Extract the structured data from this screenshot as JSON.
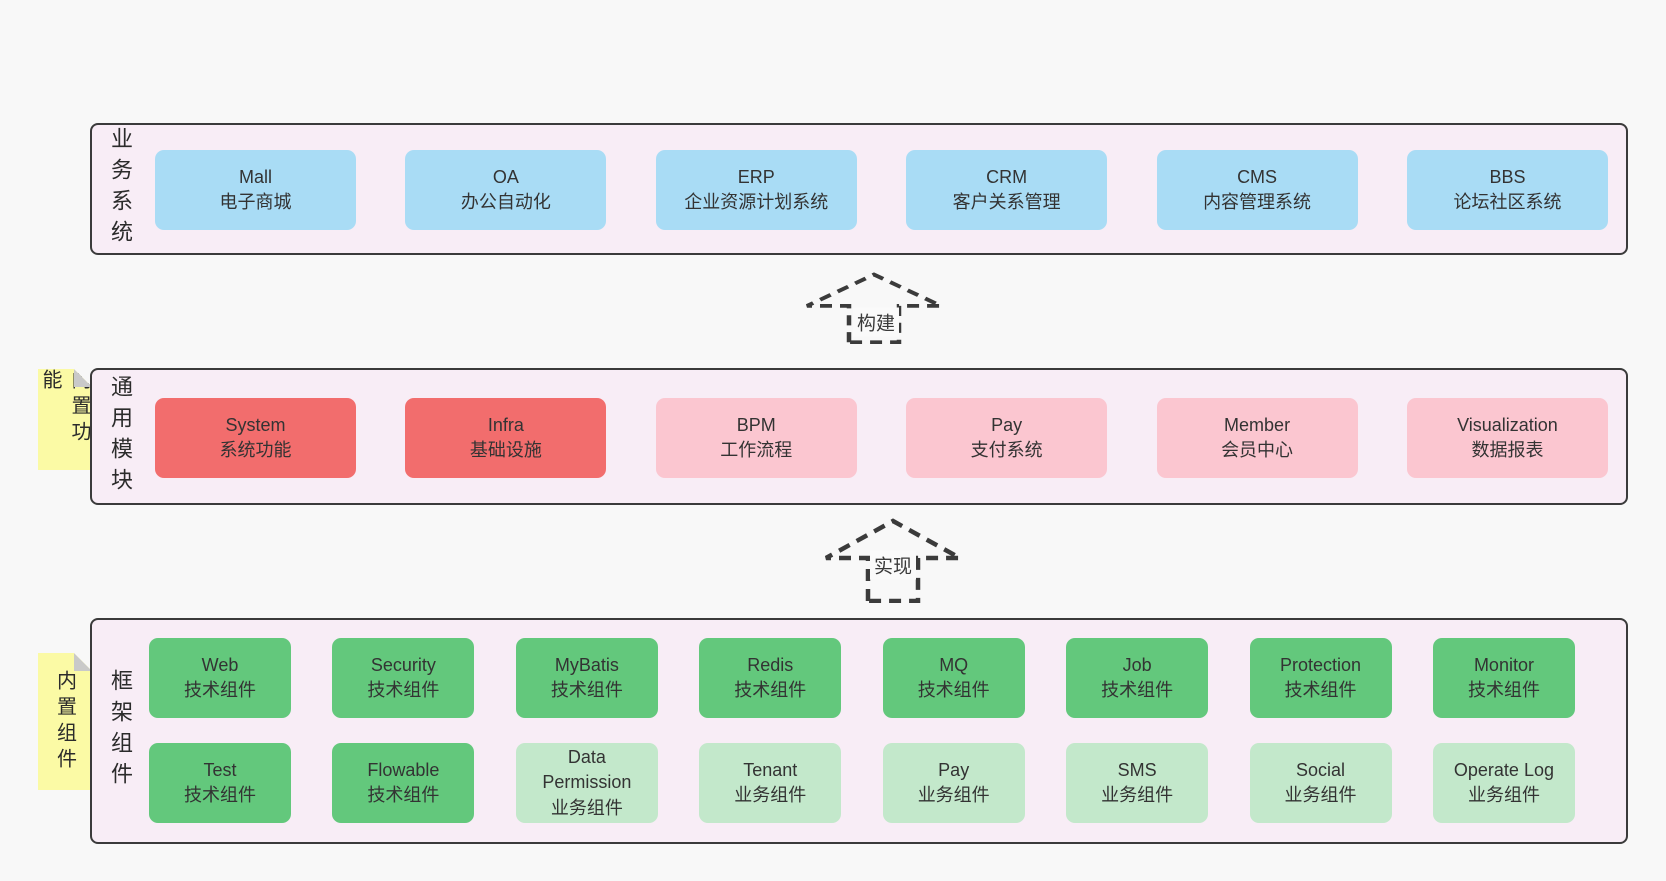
{
  "colors": {
    "page_bg": "#f8f8f8",
    "layer_bg": "#f8edf6",
    "layer_border": "#3b3b3b",
    "blue_box": "#a9dcf5",
    "red_box": "#f26d6d",
    "pink_box": "#fbc6d0",
    "green_box": "#63c87c",
    "light_green_box": "#c3e8cb",
    "note_yellow": "#fbfaa5",
    "note_fold_gray": "#c9c9c9",
    "text": "#333333"
  },
  "arrows": [
    {
      "label": "构建",
      "direction": "up"
    },
    {
      "label": "实现",
      "direction": "up"
    }
  ],
  "layers": [
    {
      "label": "业务系统",
      "note": null,
      "rows": [
        [
          {
            "title": "Mall",
            "subtitle": "电子商城",
            "variant": "blue"
          },
          {
            "title": "OA",
            "subtitle": "办公自动化",
            "variant": "blue"
          },
          {
            "title": "ERP",
            "subtitle": "企业资源计划系统",
            "variant": "blue"
          },
          {
            "title": "CRM",
            "subtitle": "客户关系管理",
            "variant": "blue"
          },
          {
            "title": "CMS",
            "subtitle": "内容管理系统",
            "variant": "blue"
          },
          {
            "title": "BBS",
            "subtitle": "论坛社区系统",
            "variant": "blue"
          }
        ]
      ]
    },
    {
      "label": "通用模块",
      "note": "内置功能",
      "rows": [
        [
          {
            "title": "System",
            "subtitle": "系统功能",
            "variant": "red"
          },
          {
            "title": "Infra",
            "subtitle": "基础设施",
            "variant": "red"
          },
          {
            "title": "BPM",
            "subtitle": "工作流程",
            "variant": "pink"
          },
          {
            "title": "Pay",
            "subtitle": "支付系统",
            "variant": "pink"
          },
          {
            "title": "Member",
            "subtitle": "会员中心",
            "variant": "pink"
          },
          {
            "title": "Visualization",
            "subtitle": "数据报表",
            "variant": "pink"
          }
        ]
      ]
    },
    {
      "label": "框架组件",
      "note": "内置组件",
      "rows": [
        [
          {
            "title": "Web",
            "subtitle": "技术组件",
            "variant": "green"
          },
          {
            "title": "Security",
            "subtitle": "技术组件",
            "variant": "green"
          },
          {
            "title": "MyBatis",
            "subtitle": "技术组件",
            "variant": "green"
          },
          {
            "title": "Redis",
            "subtitle": "技术组件",
            "variant": "green"
          },
          {
            "title": "MQ",
            "subtitle": "技术组件",
            "variant": "green"
          },
          {
            "title": "Job",
            "subtitle": "技术组件",
            "variant": "green"
          },
          {
            "title": "Protection",
            "subtitle": "技术组件",
            "variant": "green"
          },
          {
            "title": "Monitor",
            "subtitle": "技术组件",
            "variant": "green"
          }
        ],
        [
          {
            "title": "Test",
            "subtitle": "技术组件",
            "variant": "green"
          },
          {
            "title": "Flowable",
            "subtitle": "技术组件",
            "variant": "green"
          },
          {
            "title": "Data Permission",
            "subtitle": "业务组件",
            "variant": "light_green"
          },
          {
            "title": "Tenant",
            "subtitle": "业务组件",
            "variant": "light_green"
          },
          {
            "title": "Pay",
            "subtitle": "业务组件",
            "variant": "light_green"
          },
          {
            "title": "SMS",
            "subtitle": "业务组件",
            "variant": "light_green"
          },
          {
            "title": "Social",
            "subtitle": "业务组件",
            "variant": "light_green"
          },
          {
            "title": "Operate Log",
            "subtitle": "业务组件",
            "variant": "light_green"
          }
        ]
      ]
    }
  ]
}
